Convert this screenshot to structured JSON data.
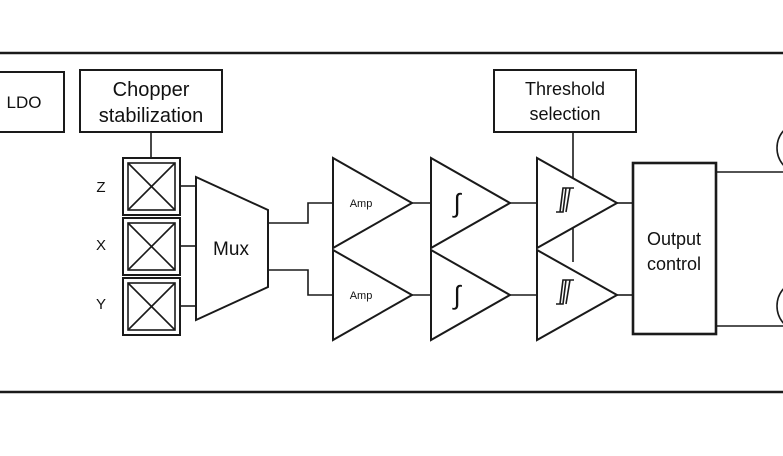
{
  "diagram": {
    "ldo": "LDO",
    "chopper": {
      "line1": "Chopper",
      "line2": "stabilization"
    },
    "threshold": {
      "line1": "Threshold",
      "line2": "selection"
    },
    "axes": {
      "z": "Z",
      "x": "X",
      "y": "Y"
    },
    "mux": "Mux",
    "amp_top": "Amp",
    "amp_bottom": "Amp",
    "integrator_symbol": "∫",
    "output_control": {
      "line1": "Output",
      "line2": "control"
    }
  }
}
